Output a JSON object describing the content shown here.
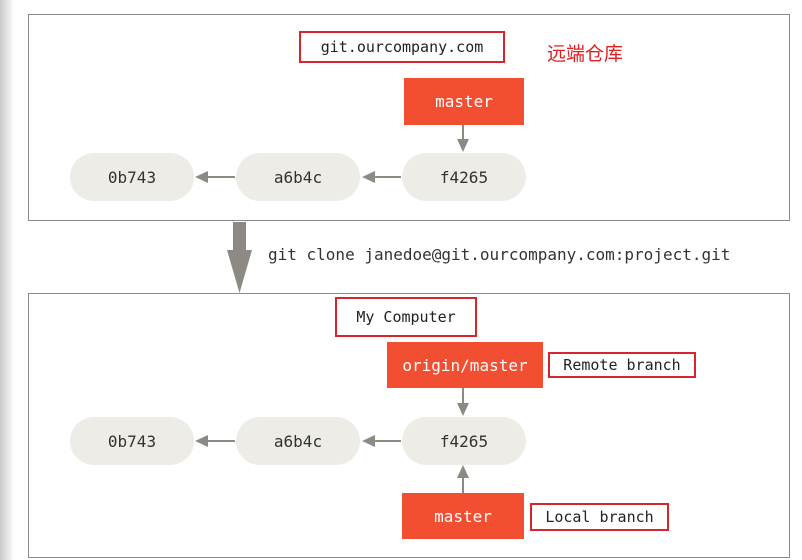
{
  "remote": {
    "host_label": "git.ourcompany.com",
    "annotation": "远端仓库",
    "commits": [
      "0b743",
      "a6b4c",
      "f4265"
    ],
    "branch": "master"
  },
  "command": "git clone janedoe@git.ourcompany.com:project.git",
  "local": {
    "title": "My Computer",
    "commits": [
      "0b743",
      "a6b4c",
      "f4265"
    ],
    "remote_branch": "origin/master",
    "remote_branch_note": "Remote branch",
    "local_branch": "master",
    "local_branch_note": "Local branch"
  },
  "colors": {
    "branch": "#f14e32",
    "commit": "#edece6",
    "arrow": "#8c8a83",
    "highlight_border": "#d6252b",
    "annotation_text": "#e02020"
  }
}
